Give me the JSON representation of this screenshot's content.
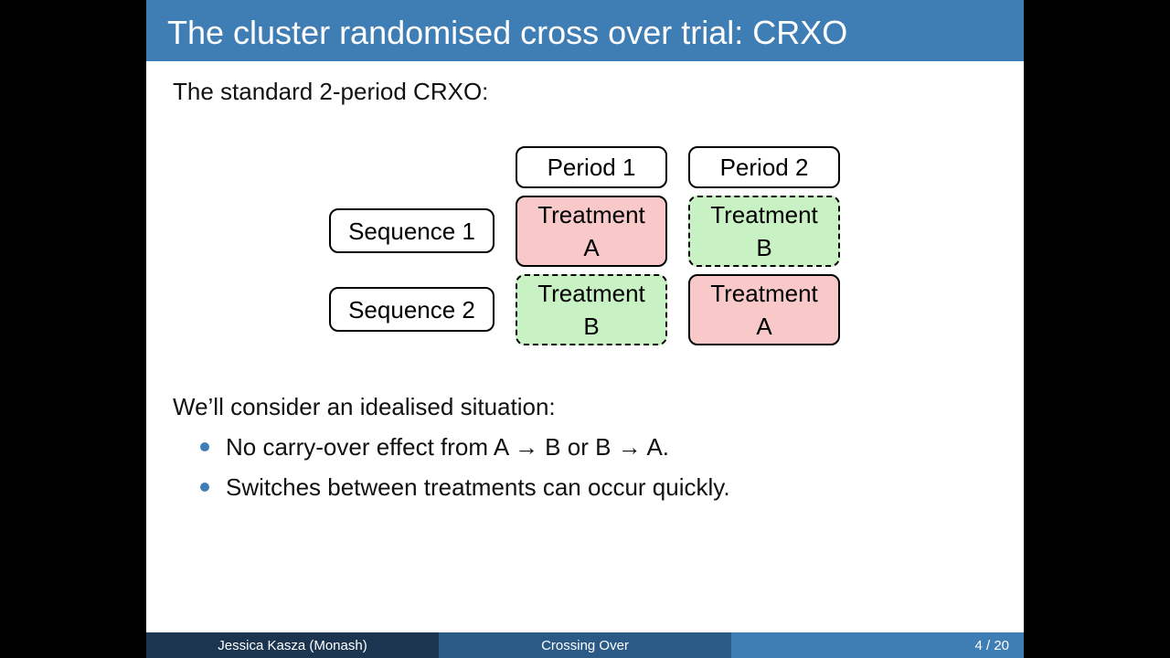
{
  "slide": {
    "title": "The cluster randomised cross over trial: CRXO",
    "intro": "The standard 2-period CRXO:",
    "diagram": {
      "periods": [
        "Period 1",
        "Period 2"
      ],
      "sequences": [
        "Sequence 1",
        "Sequence 2"
      ],
      "cells": [
        {
          "line1": "Treatment",
          "line2": "A"
        },
        {
          "line1": "Treatment",
          "line2": "B"
        },
        {
          "line1": "Treatment",
          "line2": "B"
        },
        {
          "line1": "Treatment",
          "line2": "A"
        }
      ],
      "colors": {
        "treatment_a": "#f9c8c8",
        "treatment_b": "#c9f2c4"
      }
    },
    "lead": "We’ll consider an idealised situation:",
    "bullets": [
      "No carry-over effect from A → B or B → A.",
      "Switches between treatments can occur quickly."
    ],
    "accent_color": "#3f7db5"
  },
  "footer": {
    "author": "Jessica Kasza  (Monash)",
    "short_title": "Crossing Over",
    "page": "4 / 20"
  }
}
